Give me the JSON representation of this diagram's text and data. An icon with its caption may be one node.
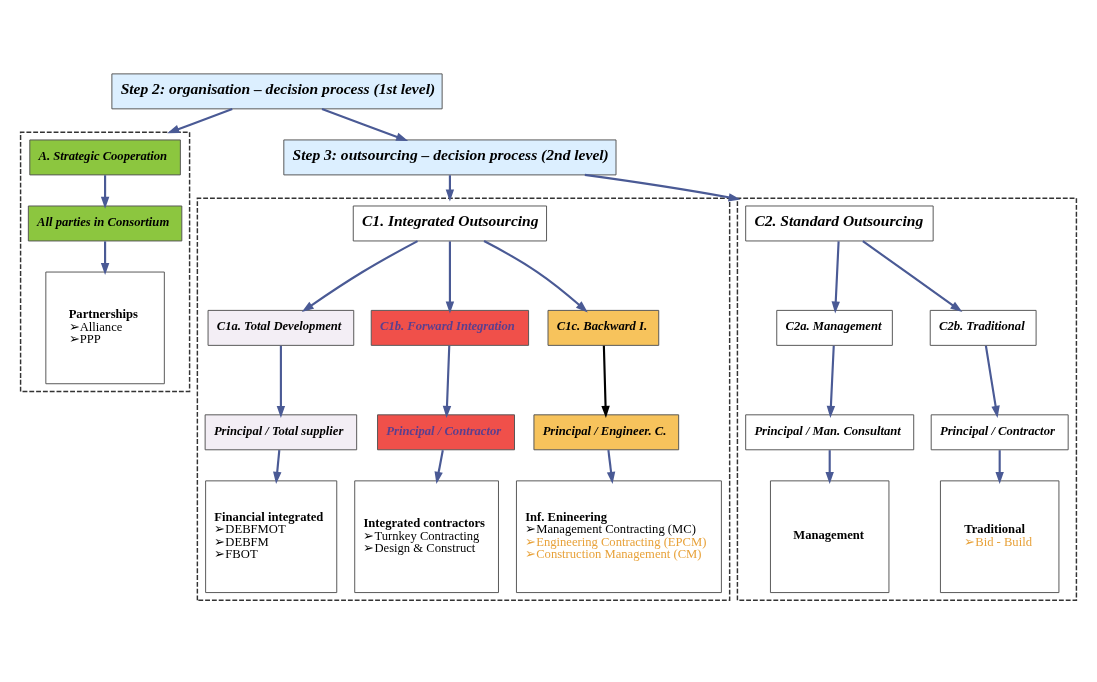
{
  "diagram": {
    "nodes": [
      {
        "text": [
          "Step 2: organisation – decision process (1st level)"
        ]
      },
      {
        "text": [
          "Step 3: outsourcing – decision process (2nd level)"
        ]
      },
      {
        "text": [],
        "shape": "box"
      },
      {
        "text": [
          "A. Strategic Cooperation"
        ],
        "in": 2
      },
      {
        "text": [
          "All parties in Consortium"
        ],
        "in": 2
      },
      {
        "text": [
          "Partnerships",
          "➢Alliance",
          "➢PPP"
        ],
        "in": 2
      },
      {
        "text": [],
        "shape": "box"
      },
      {
        "text": [
          "C1. Integrated Outsourcing"
        ],
        "in": 6
      },
      {
        "text": [
          "C1a. Total Development"
        ],
        "in": 6
      },
      {
        "text": [
          "C1b. Forward Integration"
        ],
        "in": 6
      },
      {
        "text": [
          "C1c. Backward I."
        ],
        "in": 6
      },
      {
        "text": [
          "Principal / Total supplier"
        ],
        "in": 6
      },
      {
        "text": [
          "Principal / Contractor"
        ],
        "in": 6
      },
      {
        "text": [
          "Principal / Engineer. C."
        ],
        "in": 6
      },
      {
        "text": [
          "Financial integrated",
          "➢DEBFMOT",
          "➢DEBFM",
          "➢FBOT"
        ],
        "in": 6
      },
      {
        "text": [
          "Integrated contractors",
          "➢Turnkey Contracting",
          "➢Design & Construct"
        ],
        "in": 6
      },
      {
        "text": [
          "Inf. Enineering",
          "➢Management Contracting (MC)",
          "➢Engineering Contracting (EPCM)",
          "➢Construction Management (CM)"
        ],
        "in": 6
      },
      {
        "text": [],
        "shape": "box"
      },
      {
        "text": [
          "C2. Standard Outsourcing"
        ],
        "in": 17
      },
      {
        "text": [
          "C2a. Management"
        ],
        "in": 17
      },
      {
        "text": [
          "C2b. Traditional"
        ],
        "in": 17
      },
      {
        "text": [
          "Principal / Man. Consultant"
        ],
        "in": 17
      },
      {
        "text": [
          "Principal / Contractor"
        ],
        "in": 17
      },
      {
        "text": [
          "Management"
        ],
        "in": 17
      },
      {
        "text": [
          "Traditional",
          "➢Bid - Build"
        ],
        "in": 17
      }
    ],
    "edges": [
      {
        "from": 0,
        "to": 2,
        "arrow": "to"
      },
      {
        "from": 0,
        "to": 1,
        "arrow": "to"
      },
      {
        "from": 1,
        "to": 6,
        "arrow": "to"
      },
      {
        "from": 1,
        "to": 17,
        "arrow": "to"
      },
      {
        "from": 3,
        "to": 4,
        "arrow": "to"
      },
      {
        "from": 4,
        "to": 5,
        "arrow": "to"
      },
      {
        "from": 7,
        "to": 8,
        "arrow": "to"
      },
      {
        "from": 7,
        "to": 9,
        "arrow": "to"
      },
      {
        "from": 7,
        "to": 10,
        "arrow": "to"
      },
      {
        "from": 8,
        "to": 11,
        "arrow": "to"
      },
      {
        "from": 9,
        "to": 12,
        "arrow": "to"
      },
      {
        "from": 10,
        "to": 13,
        "arrow": "to",
        "color": "#000000"
      },
      {
        "from": 11,
        "to": 14,
        "arrow": "to"
      },
      {
        "from": 12,
        "to": 15,
        "arrow": "to"
      },
      {
        "from": 13,
        "to": 16,
        "arrow": "to"
      },
      {
        "from": 18,
        "to": 19,
        "arrow": "to"
      },
      {
        "from": 18,
        "to": 20,
        "arrow": "to"
      },
      {
        "from": 19,
        "to": 21,
        "arrow": "to"
      },
      {
        "from": 20,
        "to": 22,
        "arrow": "to"
      },
      {
        "from": 21,
        "to": 23,
        "arrow": "to"
      },
      {
        "from": 22,
        "to": 24,
        "arrow": "to"
      }
    ]
  }
}
